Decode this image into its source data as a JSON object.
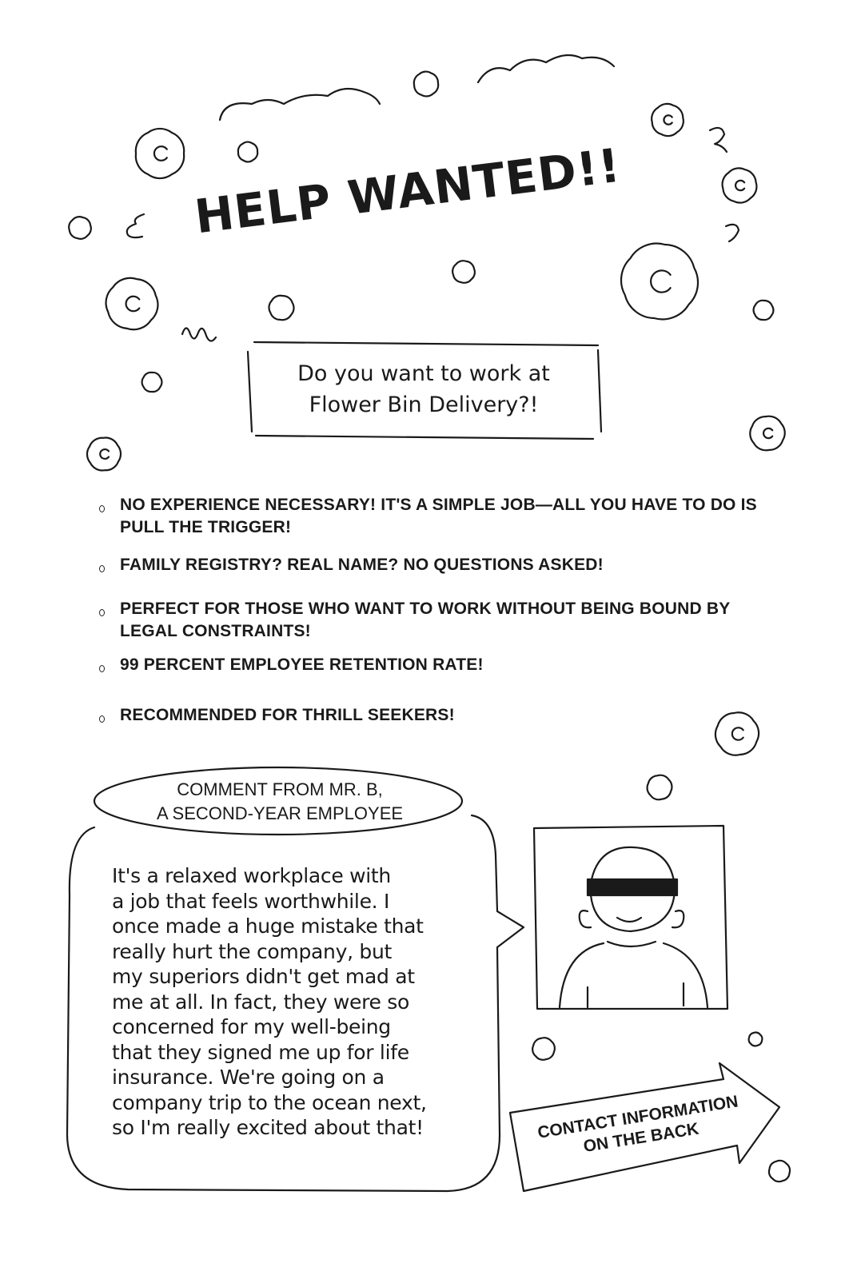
{
  "title": "HELP WANTED!!",
  "intro": {
    "line1": "Do you want to work at",
    "line2": "Flower Bin Delivery?!"
  },
  "bullets": [
    {
      "line1": "NO EXPERIENCE NECESSARY! IT'S A SIMPLE JOB—ALL YOU HAVE TO DO IS",
      "line2": "PULL THE TRIGGER!"
    },
    {
      "line1": "FAMILY REGISTRY? REAL NAME? NO QUESTIONS ASKED!"
    },
    {
      "line1": "PERFECT FOR THOSE WHO WANT TO WORK WITHOUT BEING BOUND BY",
      "line2": "LEGAL CONSTRAINTS!"
    },
    {
      "line1": "99 PERCENT EMPLOYEE RETENTION RATE!"
    },
    {
      "line1": "RECOMMENDED FOR THRILL SEEKERS!"
    }
  ],
  "comment": {
    "heading1": "COMMENT FROM MR. B,",
    "heading2": "A SECOND-YEAR EMPLOYEE",
    "lines": [
      "It's a relaxed workplace with",
      "a job that feels worthwhile. I",
      "once made a huge mistake that",
      "really hurt the company, but",
      "my superiors didn't get mad at",
      "me at all. In fact, they were so",
      "concerned for my well-being",
      "that they signed me up for life",
      "insurance. We're going on a",
      "company trip to the ocean next,",
      "so I'm really excited about that!"
    ]
  },
  "contact": {
    "line1": "CONTACT INFORMATION",
    "line2": "ON THE BACK"
  },
  "icons": {
    "flower": "flower-doodle-icon",
    "portrait": "censored-employee-portrait",
    "arrow": "arrow-right-icon"
  }
}
